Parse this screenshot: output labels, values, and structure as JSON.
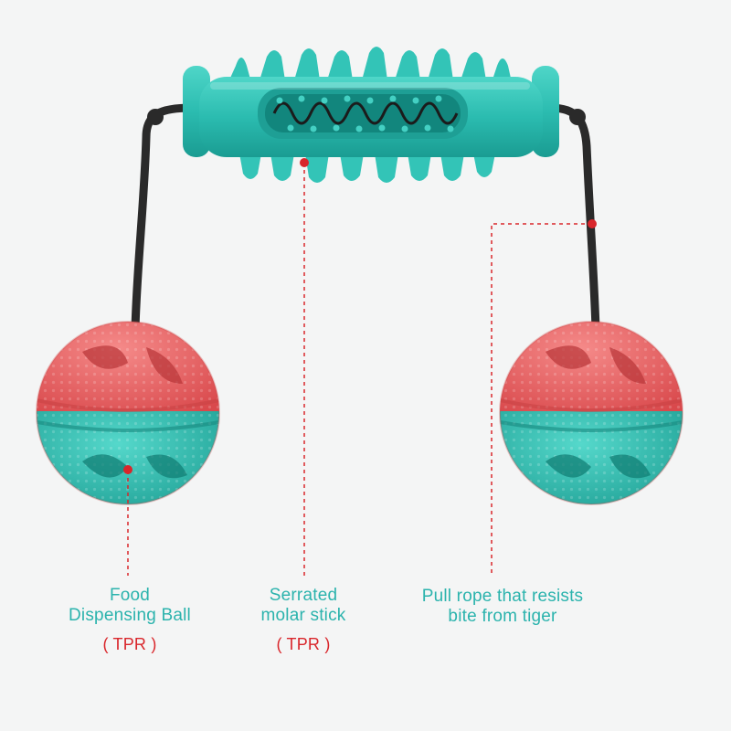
{
  "colors": {
    "background": "#f4f5f5",
    "teal": "#33c4b7",
    "coral": "#ec6a6c",
    "rope": "#2a2a2a",
    "label_text": "#2bb3ad",
    "material_text": "#d9262b",
    "callout_line": "#d9262b"
  },
  "callouts": {
    "ball": {
      "line1": "Food",
      "line2": "Dispensing Ball",
      "material": "( TPR )"
    },
    "stick": {
      "line1": "Serrated",
      "line2": "molar stick",
      "material": "( TPR )"
    },
    "rope": {
      "line1": "Pull rope that resists",
      "line2": "bite from tiger"
    }
  }
}
